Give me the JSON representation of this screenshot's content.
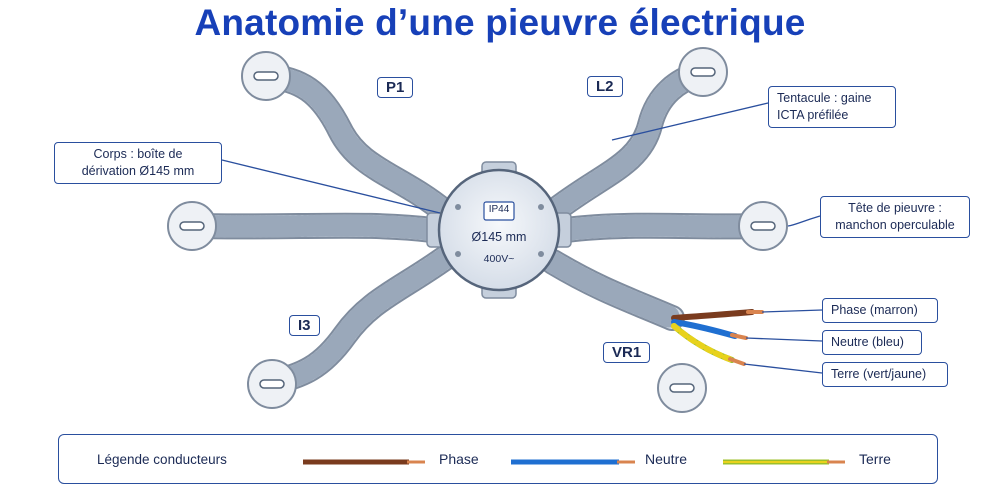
{
  "title": "Anatomie d’une pieuvre électrique",
  "tentacle_tags": {
    "p1": "P1",
    "l2": "L2",
    "i3": "I3",
    "vr1": "VR1"
  },
  "junction_box": {
    "rating": "IP44",
    "diameter": "Ø145 mm",
    "voltage": "400V~"
  },
  "callouts": {
    "corps": [
      "Corps : boîte de",
      "dérivation Ø145 mm"
    ],
    "tentacule": [
      "Tentacule : gaine",
      "ICTA préfilée"
    ],
    "tete": [
      "Tête de pieuvre :",
      "manchon operculable"
    ],
    "phase": "Phase (marron)",
    "neutre": "Neutre (bleu)",
    "terre": "Terre (vert/jaune)"
  },
  "legend": {
    "title": "Légende conducteurs",
    "items": [
      {
        "label": "Phase",
        "color": "#7a3b1e"
      },
      {
        "label": "Neutre",
        "color": "#1f6fd1"
      },
      {
        "label": "Terre",
        "color": "#9cbf2a",
        "stripe": "#e8d21c"
      }
    ]
  },
  "colors": {
    "title": "#1740b8",
    "border": "#2a4f9e",
    "text": "#1b2a55",
    "conduit": "#c9d3df",
    "copper": "#d9844f"
  }
}
